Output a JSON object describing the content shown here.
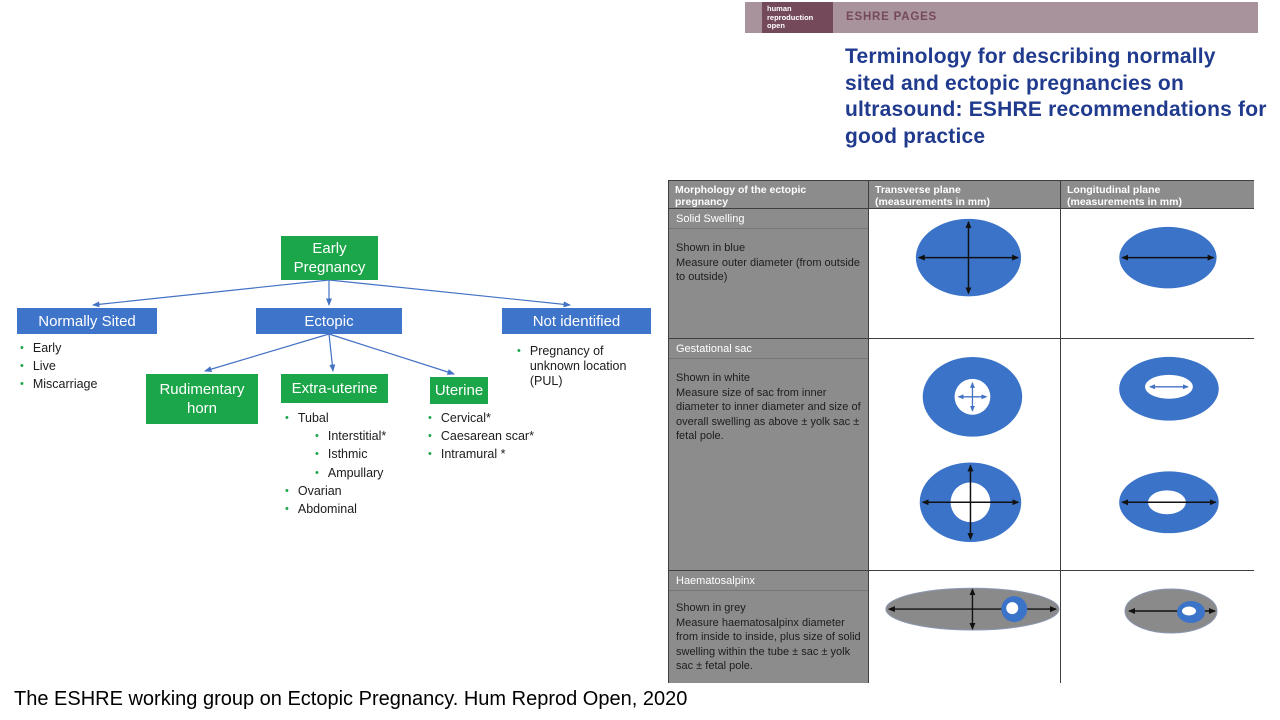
{
  "journal": {
    "logo_lines": [
      "human",
      "reproduction",
      "open"
    ],
    "band_label": "ESHRE PAGES"
  },
  "article_title": "Terminology for describing normally sited and ectopic pregnancies on ultrasound: ESHRE recommendations for good practice",
  "flowchart": {
    "root_label": "Early Pregnancy",
    "normally_sited": {
      "label": "Normally Sited",
      "items": [
        "Early",
        "Live",
        "Miscarriage"
      ]
    },
    "ectopic": {
      "label": "Ectopic"
    },
    "not_identified": {
      "label": "Not identified",
      "items": [
        "Pregnancy of unknown location (PUL)"
      ]
    },
    "rudimentary_horn": {
      "label": "Rudimentary horn"
    },
    "extra_uterine": {
      "label": "Extra-uterine",
      "items": [
        "Tubal",
        "Ovarian",
        "Abdominal"
      ],
      "tubal_sub": [
        "Interstitial*",
        "Isthmic",
        "Ampullary"
      ]
    },
    "uterine": {
      "label": "Uterine",
      "items": [
        "Cervical*",
        "Caesarean scar*",
        "Intramural *"
      ]
    }
  },
  "table": {
    "headers": [
      {
        "title": "Morphology of the ectopic pregnancy",
        "sub": ""
      },
      {
        "title": "Transverse plane",
        "sub": "(measurements in mm)"
      },
      {
        "title": "Longitudinal plane",
        "sub": "(measurements in mm)"
      }
    ],
    "rows": [
      {
        "name": "Solid Swelling",
        "shown": "Shown in blue",
        "measure": "Measure outer diameter (from outside to outside)"
      },
      {
        "name": "Gestational sac",
        "shown": "Shown in white",
        "measure": "Measure size of sac from inner diameter to inner diameter and size of overall swelling as above ± yolk sac ± fetal pole."
      },
      {
        "name": "Haematosalpinx",
        "shown": "Shown in grey",
        "measure": "Measure haematosalpinx diameter from inside to inside, plus size of solid swelling within the tube ± sac ± yolk sac ± fetal pole."
      }
    ]
  },
  "caption": "The ESHRE working group on Ectopic Pregnancy. Hum Reprod Open, 2020",
  "colors": {
    "box_green": "#1CA64A",
    "box_blue": "#3E74C9",
    "connector_blue": "#4472C4",
    "title_blue": "#203A8D",
    "band_mauve": "#A8929B",
    "logo_maroon": "#744A5B",
    "table_gray": "#8C8C8C",
    "diagram_blue": "#3B73C8",
    "diagram_gray": "#8A8A8A"
  }
}
